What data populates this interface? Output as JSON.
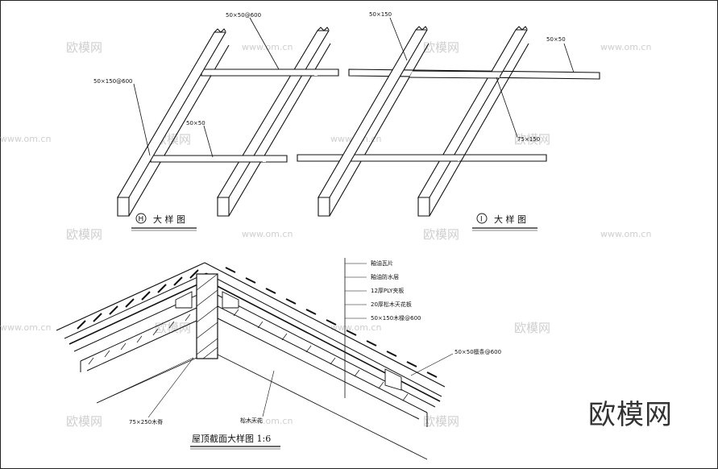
{
  "detail_h": {
    "tag": "H",
    "title": "大 样 图",
    "labels": {
      "top": "50×50@600",
      "left": "50×150@600",
      "mid": "50×50"
    }
  },
  "detail_i": {
    "tag": "I",
    "title": "大 样 图",
    "labels": {
      "top": "50×150",
      "right": "50×50",
      "lower": "75×150"
    }
  },
  "section": {
    "title": "屋顶截面大样图 1:6",
    "layers": [
      "釉油瓦片",
      "釉油防水层",
      "12厚PLY夹板",
      "20厚松木天花板",
      "50×150木椽@600"
    ],
    "purlin": "50×50檩条@600",
    "ridge": "75×250木脊",
    "ceiling": "松木天花"
  },
  "watermark": {
    "logo": "欧模网",
    "url": "www.om.cn"
  },
  "brand": "欧模网"
}
